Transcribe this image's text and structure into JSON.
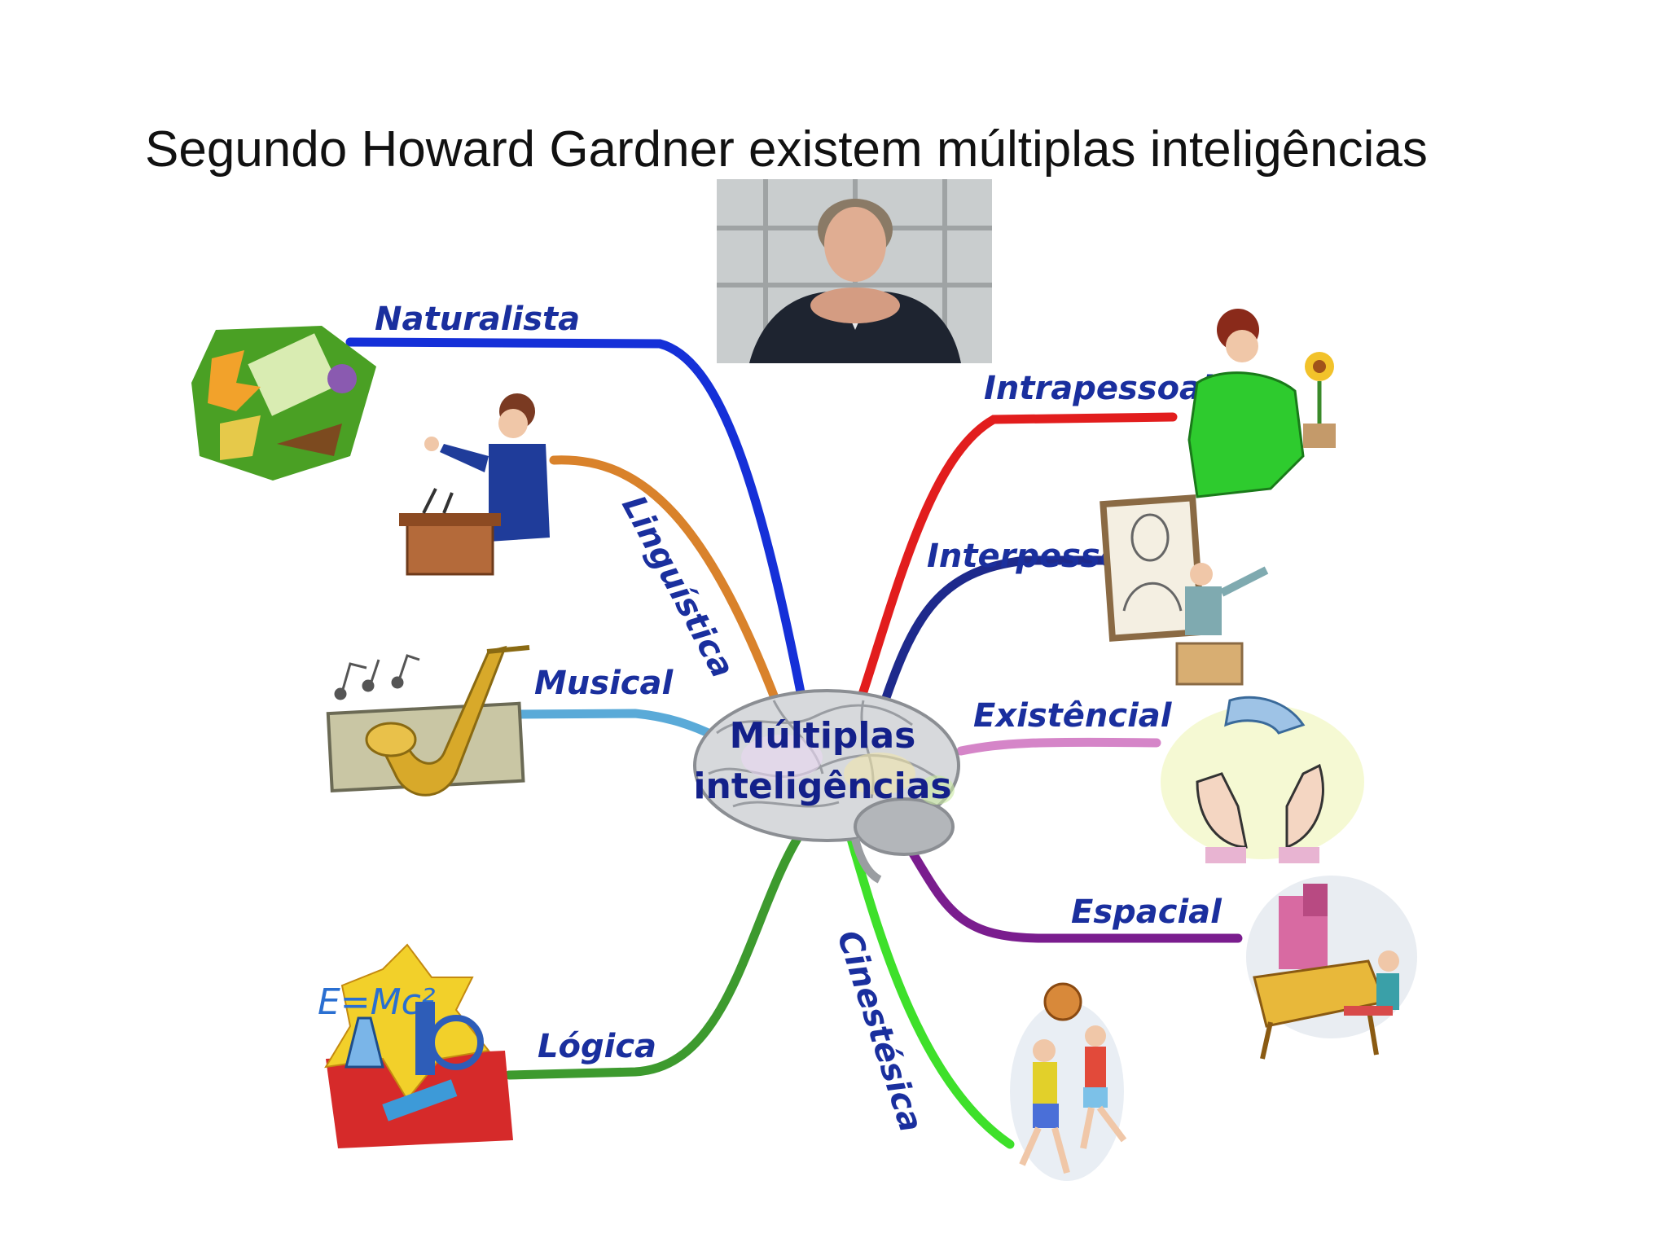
{
  "title": "Segundo Howard Gardner existem múltiplas inteligências",
  "photo": {
    "subject": "portrait-photo"
  },
  "center": {
    "line1": "Múltiplas",
    "line2": "inteligências"
  },
  "branches": {
    "naturalista": {
      "label": "Naturalista",
      "color": "#1530d8"
    },
    "linguistica": {
      "label": "Linguística",
      "color": "#d9822b"
    },
    "musical": {
      "label": "Musical",
      "color": "#5aaad8"
    },
    "logica": {
      "label": "Lógica",
      "color": "#3d9a2e"
    },
    "cinestesica": {
      "label": "Cinestésica",
      "color": "#3ee02a"
    },
    "intrapessoal": {
      "label": "Intrapessoal",
      "color": "#e21d1d"
    },
    "interpessoal": {
      "label": "Interpessoal",
      "color": "#1e2a8c"
    },
    "existencial": {
      "label": "Existêncial",
      "color": "#d585c8"
    },
    "espacial": {
      "label": "Espacial",
      "color": "#7a1d8e"
    }
  }
}
